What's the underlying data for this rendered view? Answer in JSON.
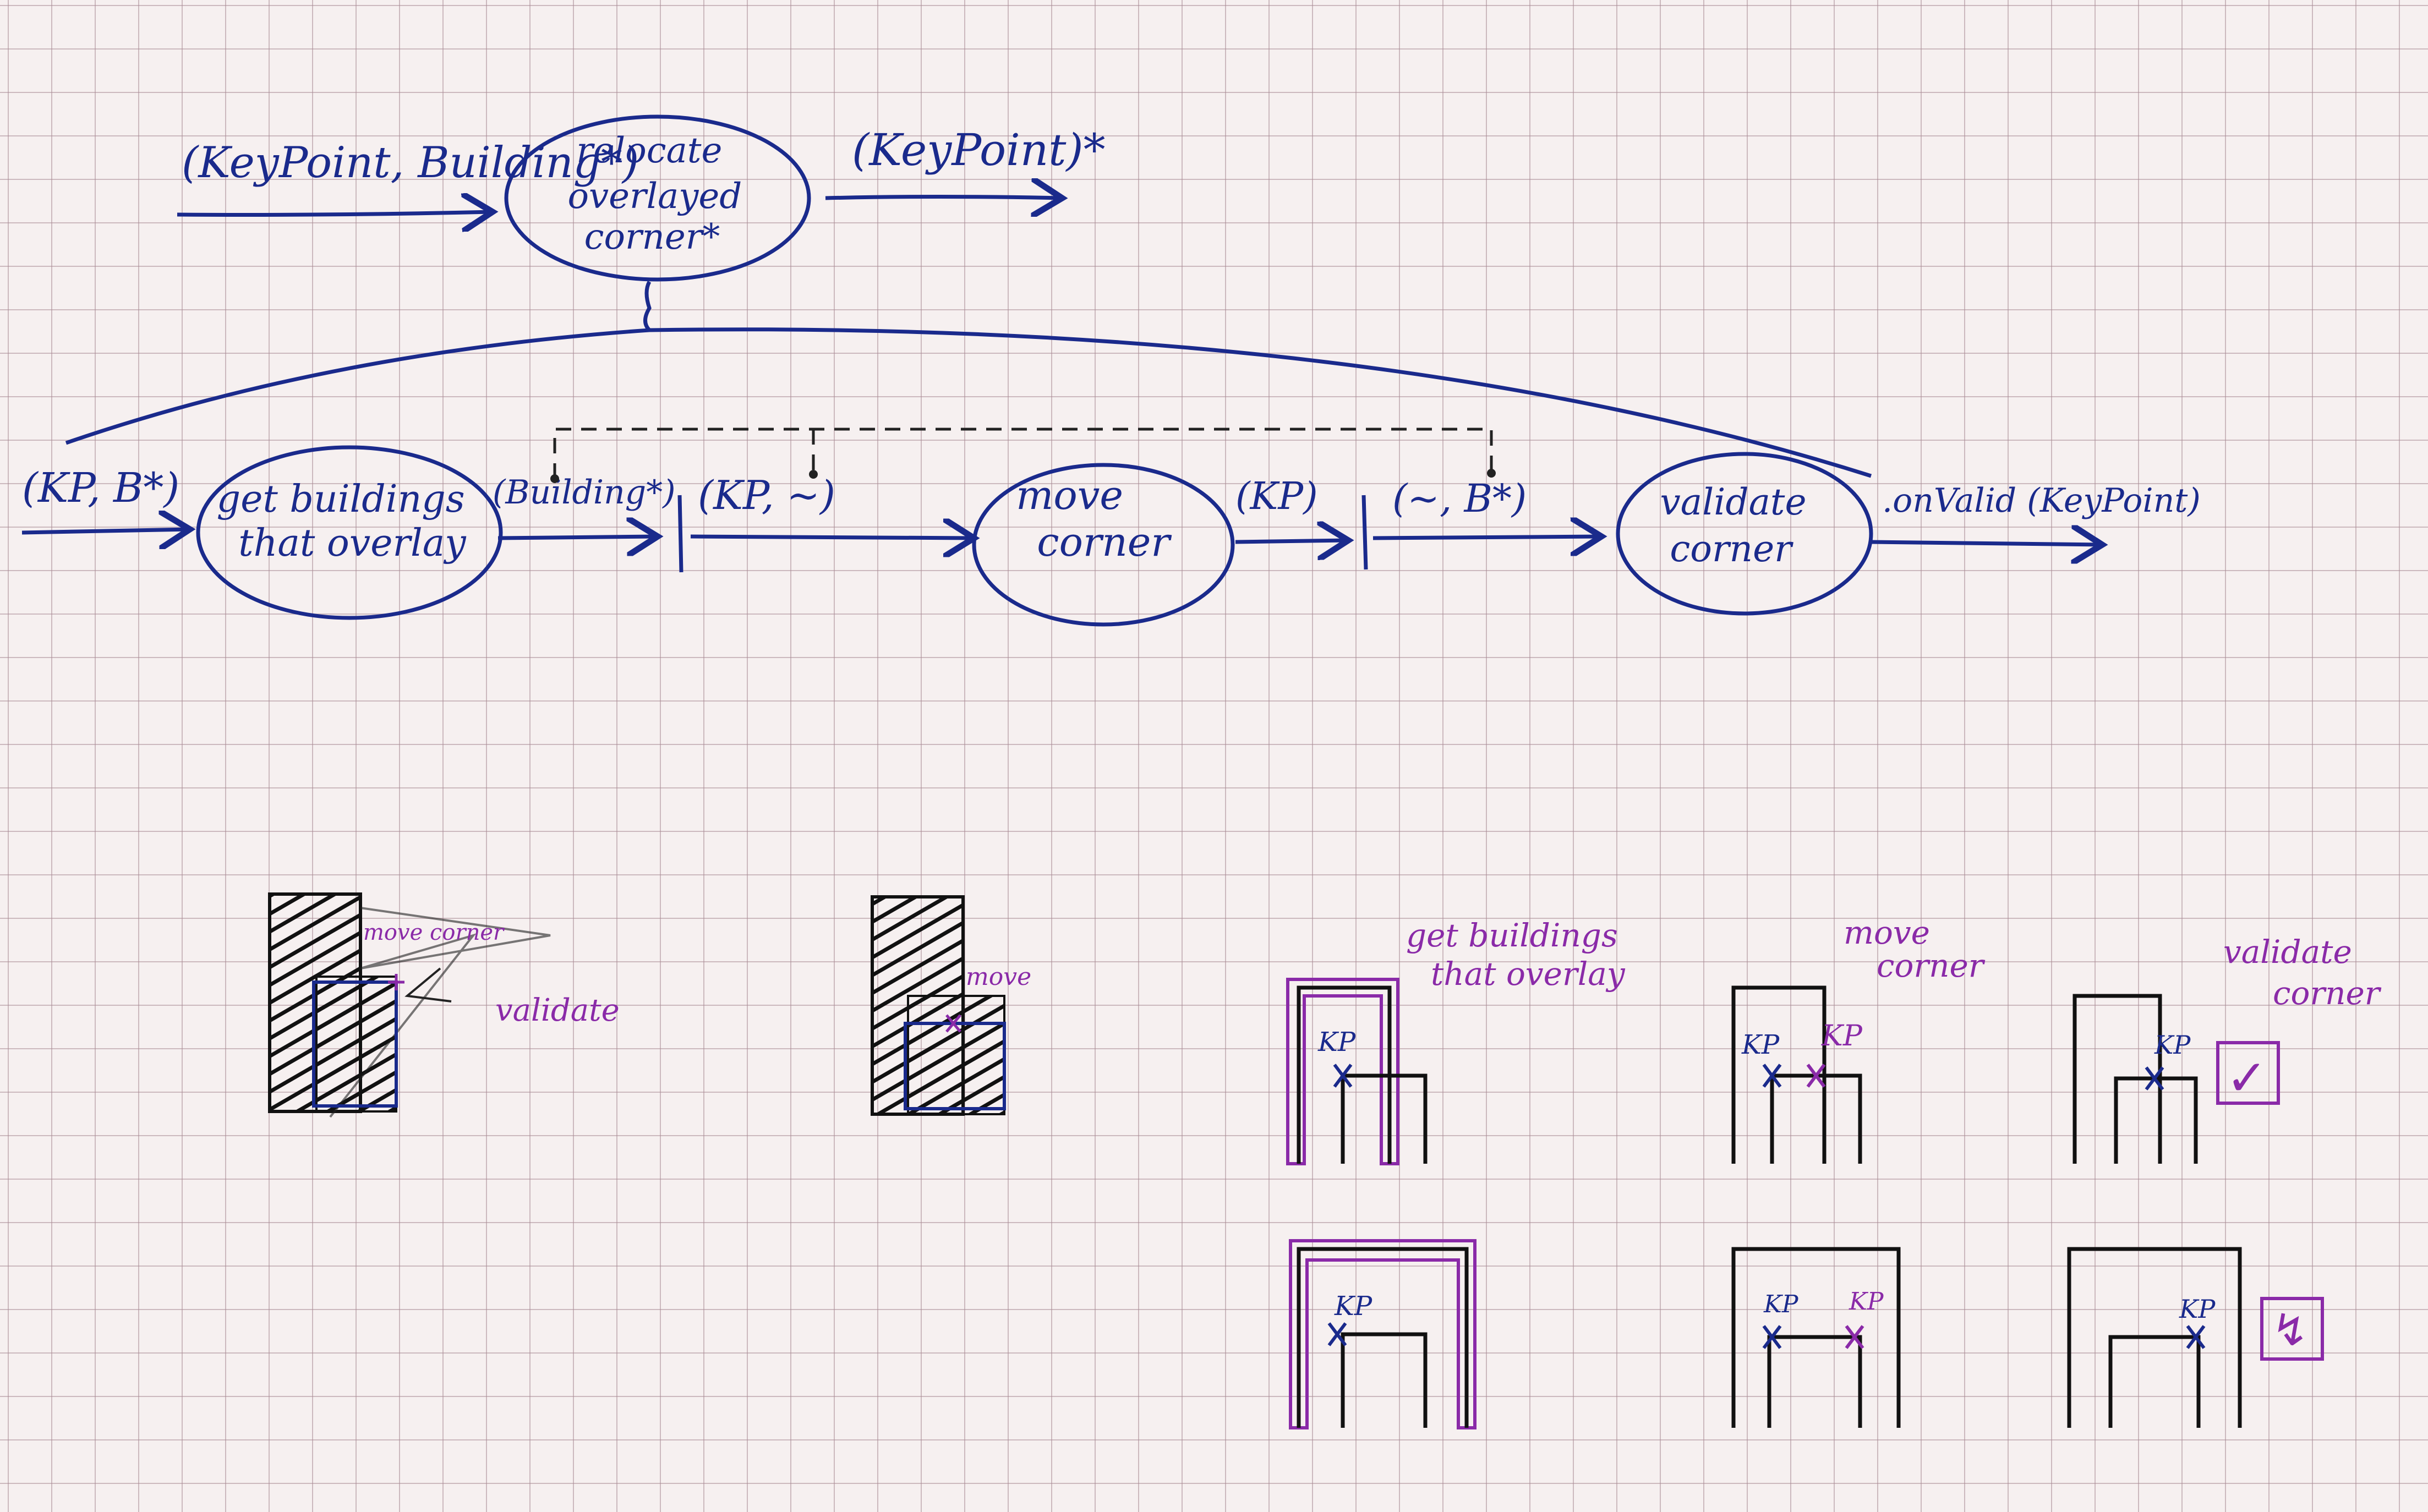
{
  "flow_top": {
    "input_label": "(KeyPoint, Building*)",
    "node": "relocate overlayed corner*",
    "node_lines": [
      "relocate",
      "overlayed",
      "corner*"
    ],
    "output_label": "(KeyPoint)*"
  },
  "flow_main": {
    "input_label": "(KP, B*)",
    "nodes": [
      {
        "id": "get-buildings",
        "lines": [
          "get buildings",
          "that overlay"
        ]
      },
      {
        "id": "move-corner",
        "lines": [
          "move",
          "corner"
        ]
      },
      {
        "id": "validate-corner",
        "lines": [
          "validate",
          "corner"
        ]
      }
    ],
    "edge_labels": {
      "buildings_out": "(Building*)",
      "kp_tilde": "(KP, ~)",
      "kp_out": "(KP)",
      "tilde_b": "(~, B*)",
      "on_valid": ".onValid (KeyPoint)"
    }
  },
  "sketches": {
    "hatched_left_labels": [
      "move corner",
      "validate"
    ],
    "hatched_mid_label": "move",
    "step_headers": {
      "get": [
        "get buildings",
        "that overlay"
      ],
      "move": [
        "move",
        "corner"
      ],
      "validate": [
        "validate",
        "corner"
      ]
    },
    "kp": "KP",
    "check_mark": "✓",
    "fail_mark": "↯"
  },
  "colors": {
    "ink_blue": "#1a2a8c",
    "ink_purple": "#8a2aa8",
    "ink_black": "#111111"
  }
}
